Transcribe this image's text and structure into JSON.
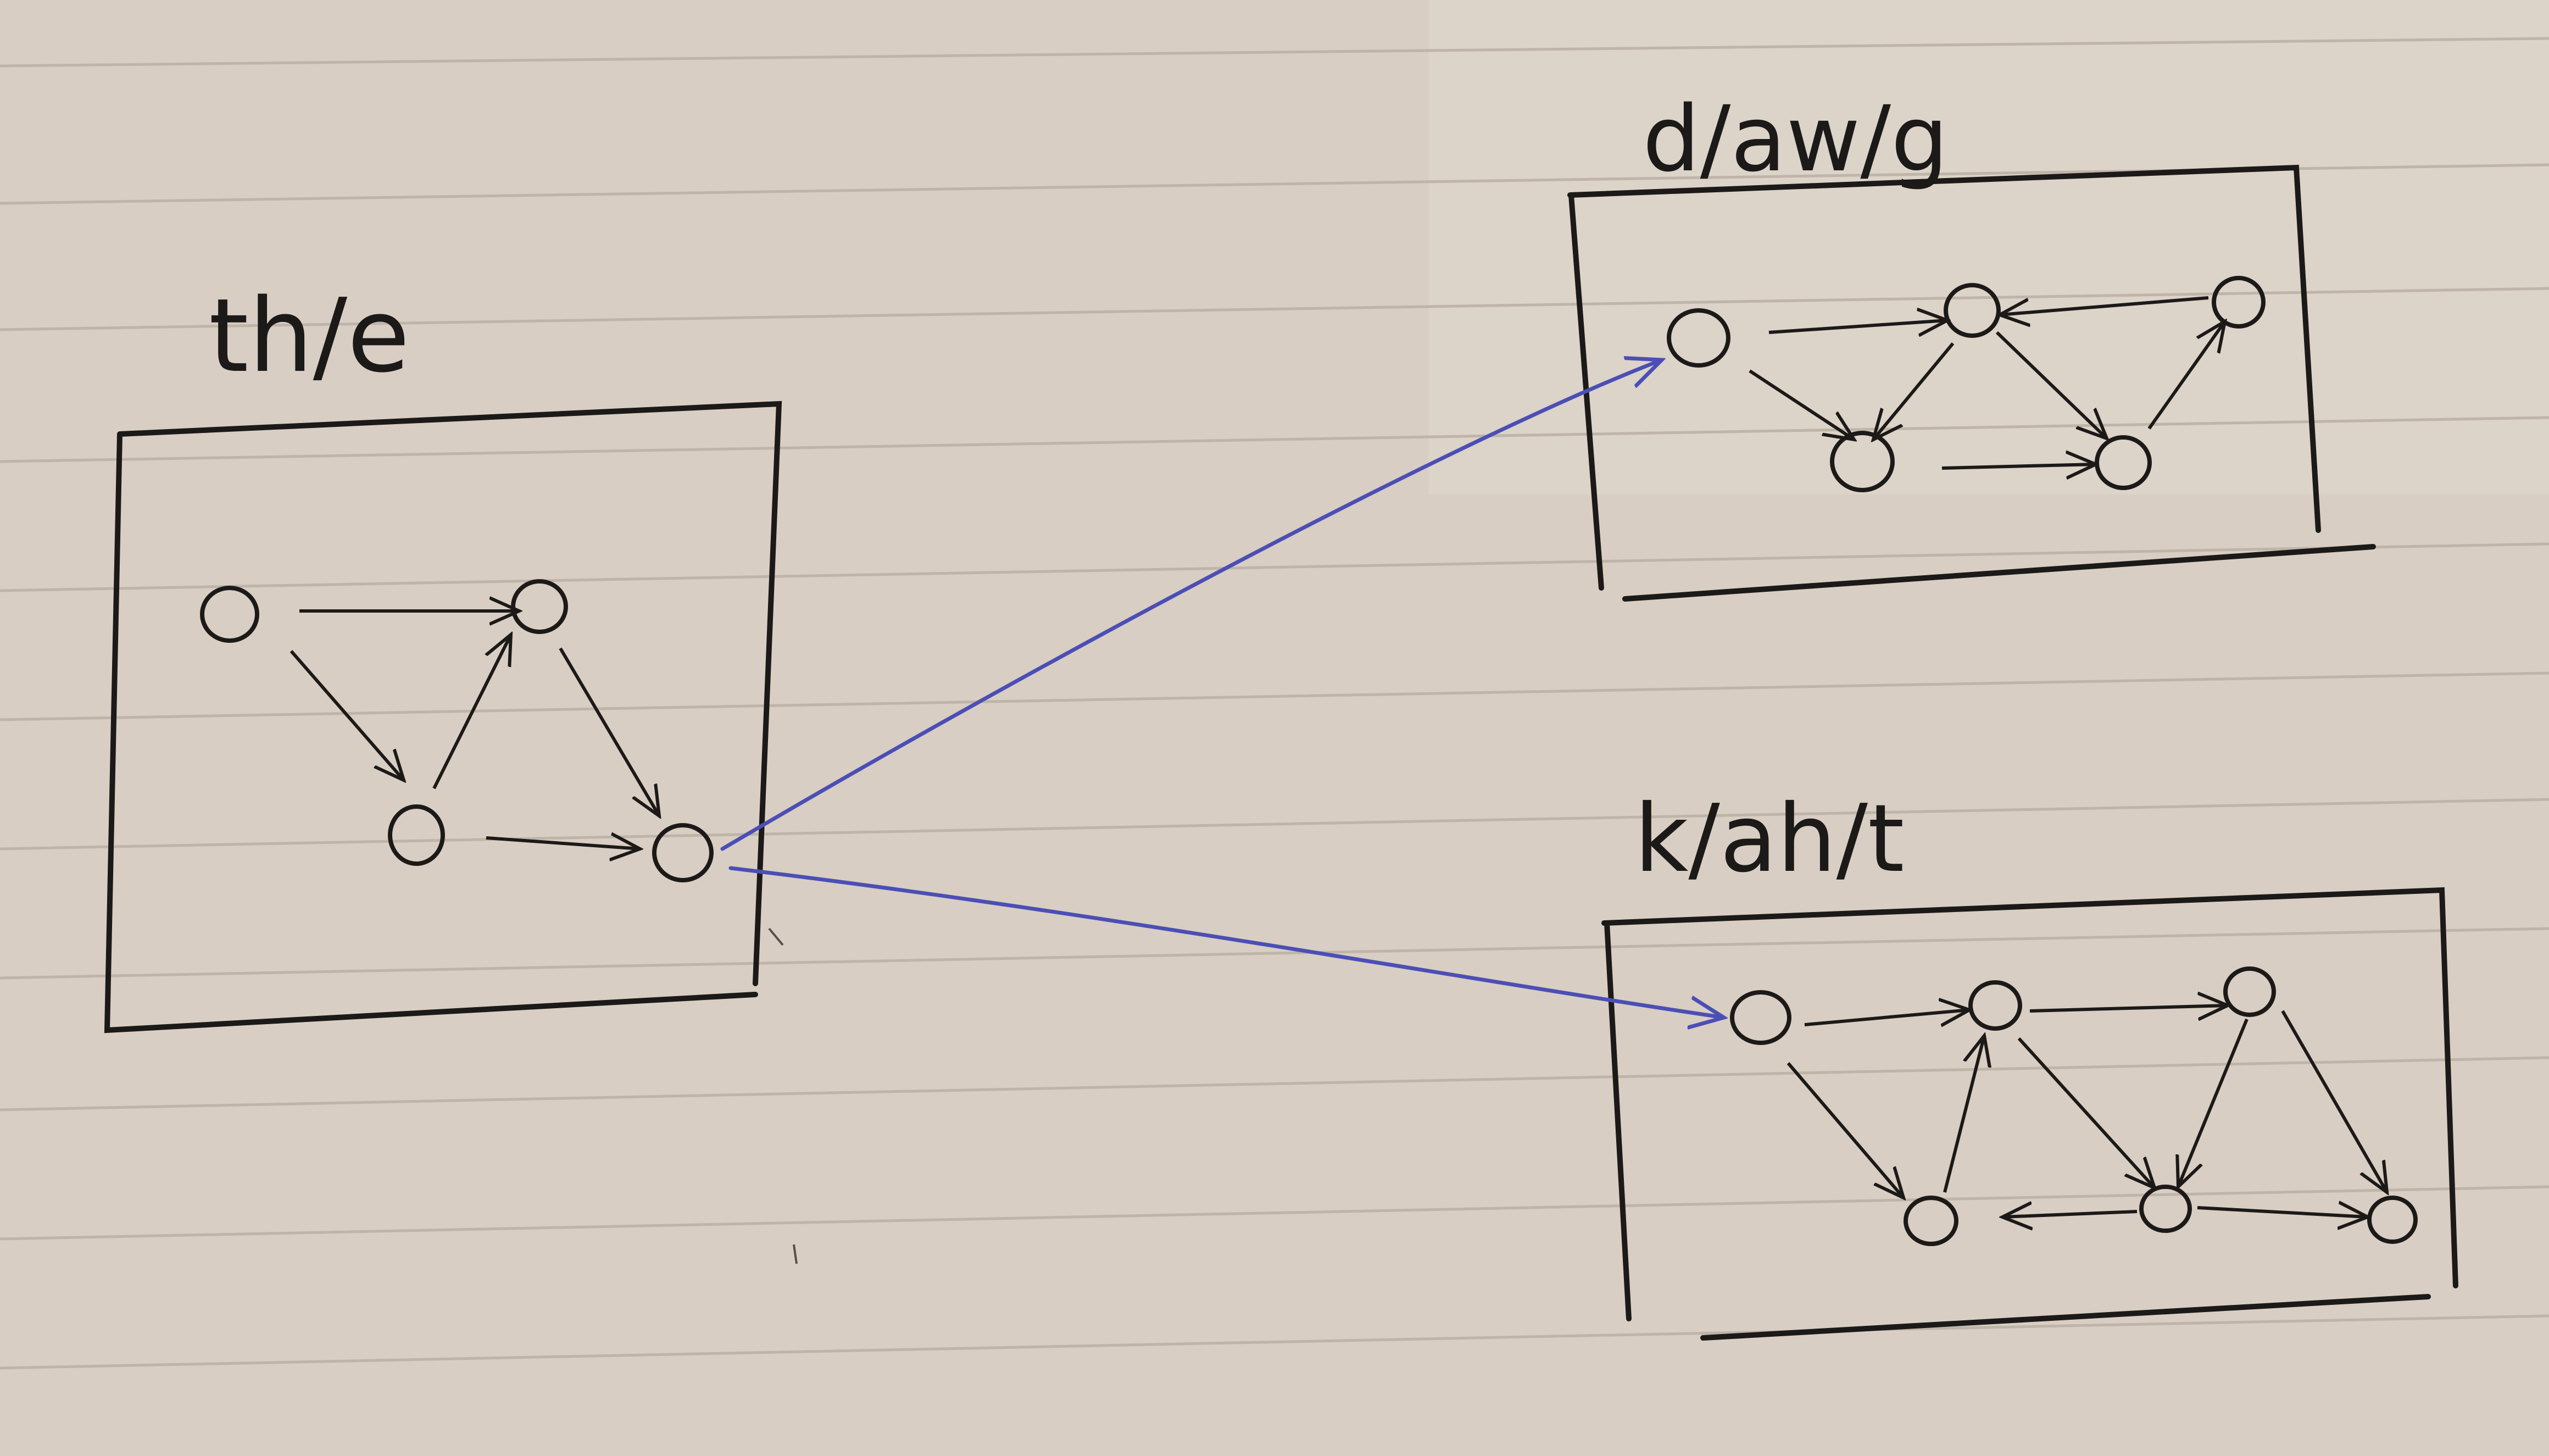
{
  "paper": {
    "background": "#d8cec3",
    "line_color": "#bfb4a8",
    "ink_color": "#1c1a18",
    "pen_blue": "#4b4fb5"
  },
  "graphs": {
    "left": {
      "label": "th/e"
    },
    "top": {
      "label": "d/aw/g"
    },
    "bottom": {
      "label": "k/ah/t"
    }
  }
}
